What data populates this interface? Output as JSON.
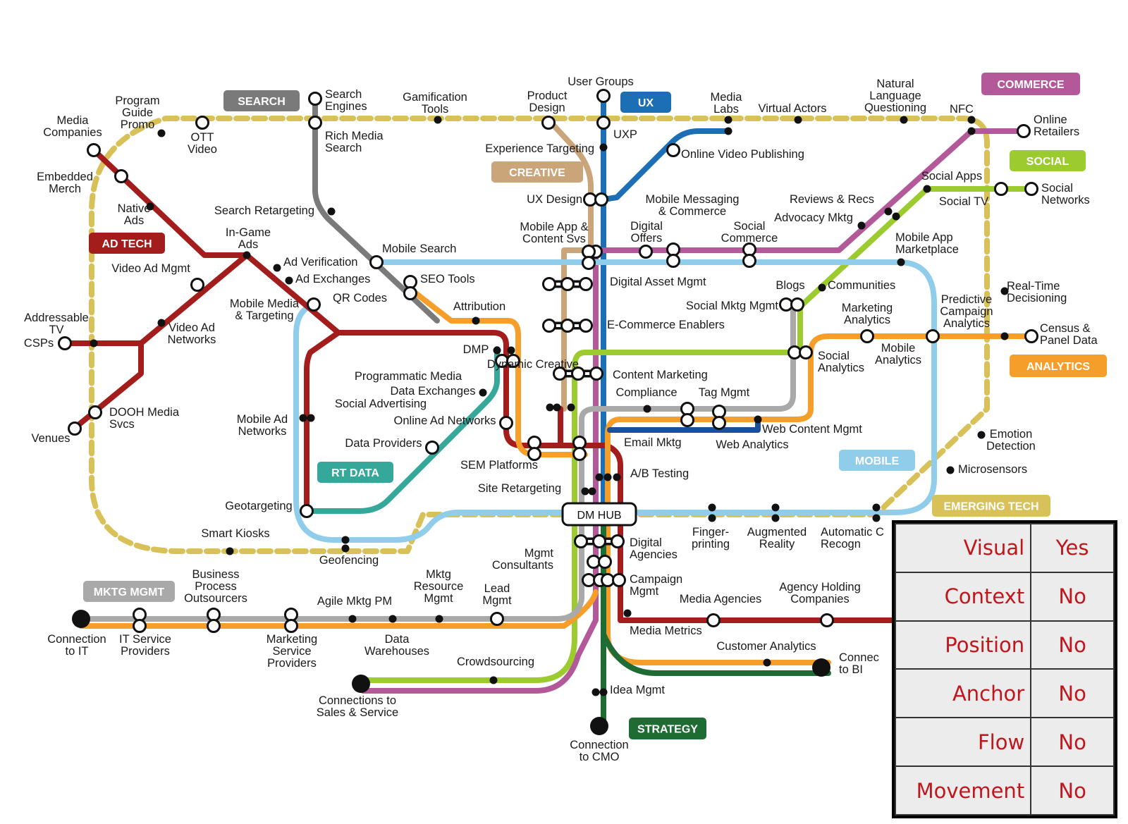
{
  "colors": {
    "emerging": "#d9c15a",
    "search": "#7a7a7a",
    "ux": "#1c6fb5",
    "creative": "#caa57a",
    "commerce": "#b3599a",
    "social": "#9ccb2f",
    "adtech": "#a31d1d",
    "analytics": "#f59e2a",
    "mobile": "#8fcdeb",
    "rtdata": "#35a89a",
    "mktg": "#a9a9a9",
    "strategy": "#1f6b34",
    "hubblue": "#1b4f9c"
  },
  "badges": {
    "search": "SEARCH",
    "ux": "UX",
    "commerce": "COMMERCE",
    "social": "SOCIAL",
    "creative": "CREATIVE",
    "adtech": "AD TECH",
    "rtdata": "RT DATA",
    "mobile": "MOBILE",
    "analytics": "ANALYTICS",
    "emerging": "EMERGING TECH",
    "mktg": "MKTG MGMT",
    "strategy": "STRATEGY"
  },
  "hub": "DM HUB",
  "labels": {
    "media_companies": [
      "Media",
      "Companies"
    ],
    "program_guide": [
      "Program",
      "Guide",
      "Promo"
    ],
    "ott": [
      "OTT",
      "Video"
    ],
    "search_engines": [
      "Search",
      "Engines"
    ],
    "rich_media": [
      "Rich Media",
      "Search"
    ],
    "gamification": [
      "Gamification",
      "Tools"
    ],
    "product_design": [
      "Product",
      "Design"
    ],
    "user_groups": "User Groups",
    "uxp": "UXP",
    "media_labs": [
      "Media",
      "Labs"
    ],
    "virtual_actors": "Virtual Actors",
    "natural_language": [
      "Natural",
      "Language",
      "Questioning"
    ],
    "nfc": "NFC",
    "online_retailers": [
      "Online",
      "Retailers"
    ],
    "experience_targeting": "Experience Targeting",
    "online_video": "Online Video Publishing",
    "embedded_merch": [
      "Embedded",
      "Merch"
    ],
    "native_ads": [
      "Native",
      "Ads"
    ],
    "ux_design": "UX Design",
    "mobile_messaging": [
      "Mobile Messaging",
      "& Commerce"
    ],
    "reviews": "Reviews & Recs",
    "social_apps": "Social Apps",
    "social_networks": [
      "Social",
      "Networks"
    ],
    "social_tv": "Social TV",
    "search_retargeting": "Search Retargeting",
    "advocacy": "Advocacy Mktg",
    "digital_offers": [
      "Digital",
      "Offers"
    ],
    "social_commerce": [
      "Social",
      "Commerce"
    ],
    "mobile_app_content": [
      "Mobile App &",
      "Content Svs"
    ],
    "ingame": [
      "In-Game",
      "Ads"
    ],
    "mobile_search": "Mobile Search",
    "mobile_app_marketplace": [
      "Mobile App",
      "Marketplace"
    ],
    "video_ad_mgmt": "Video Ad Mgmt",
    "ad_verification": "Ad Verification",
    "ad_exchanges": "Ad Exchanges",
    "seo_tools": "SEO Tools",
    "digital_asset": "Digital Asset Mgmt",
    "blogs": "Blogs",
    "communities": "Communities",
    "real_time": [
      "Real-Time",
      "Decisioning"
    ],
    "qr_codes": "QR Codes",
    "mobile_media": [
      "Mobile Media",
      "& Targeting"
    ],
    "attribution": "Attribution",
    "social_mktg_mgmt": "Social Mktg Mgmt",
    "marketing_analytics": [
      "Marketing",
      "Analytics"
    ],
    "predictive": [
      "Predictive",
      "Campaign",
      "Analytics"
    ],
    "addressable_tv": [
      "Addressable",
      "TV"
    ],
    "csps": "CSPs",
    "video_ad_networks": [
      "Video Ad",
      "Networks"
    ],
    "ecommerce": "E-Commerce Enablers",
    "census": [
      "Census &",
      "Panel Data"
    ],
    "dmp": "DMP",
    "dynamic_creative": "Dynamic Creative",
    "social_analytics": [
      "Social",
      "Analytics"
    ],
    "mobile_analytics": [
      "Mobile",
      "Analytics"
    ],
    "programmatic": "Programmatic Media",
    "content_marketing": "Content Marketing",
    "data_exchanges": "Data Exchanges",
    "compliance": "Compliance",
    "tag_mgmt": "Tag Mgmt",
    "social_advertising": "Social Advertising",
    "dooh": [
      "DOOH Media",
      "Svcs"
    ],
    "venues": "Venues",
    "mobile_ad_networks": [
      "Mobile Ad",
      "Networks"
    ],
    "online_ad_networks": "Online Ad Networks",
    "web_content": "Web Content Mgmt",
    "emotion": [
      "Emotion",
      "Detection"
    ],
    "data_providers": "Data Providers",
    "email": "Email Mktg",
    "web_analytics": "Web Analytics",
    "sem": "SEM Platforms",
    "microsensors": "Microsensors",
    "ab_testing": "A/B Testing",
    "site_retargeting": "Site Retargeting",
    "geotargeting": "Geotargeting",
    "smart_kiosks": "Smart Kiosks",
    "geofencing": "Geofencing",
    "digital_agencies": [
      "Digital",
      "Agencies"
    ],
    "fingerprinting": [
      "Finger-",
      "printing"
    ],
    "augmented_reality": [
      "Augmented",
      "Reality"
    ],
    "automatic": [
      "Automatic C",
      "Recogn"
    ],
    "mgmt_consultants": [
      "Mgmt",
      "Consultants"
    ],
    "business_process": [
      "Business",
      "Process",
      "Outsourcers"
    ],
    "mktg_resource": [
      "Mktg",
      "Resource",
      "Mgmt"
    ],
    "lead_mgmt": [
      "Lead",
      "Mgmt"
    ],
    "agile": "Agile Mktg PM",
    "campaign_mgmt": [
      "Campaign",
      "Mgmt"
    ],
    "media_agencies": "Media Agencies",
    "agency_holding": [
      "Agency Holding",
      "Companies"
    ],
    "connection_it": [
      "Connection",
      "to IT"
    ],
    "it_service": [
      "IT Service",
      "Providers"
    ],
    "marketing_service": [
      "Marketing",
      "Service",
      "Providers"
    ],
    "data_warehouses": [
      "Data",
      "Warehouses"
    ],
    "media_metrics": "Media Metrics",
    "customer_analytics": "Customer Analytics",
    "connection_bi": [
      "Connec",
      "to BI"
    ],
    "crowdsourcing": "Crowdsourcing",
    "connections_sales": [
      "Connections to",
      "Sales & Service"
    ],
    "idea_mgmt": "Idea Mgmt",
    "connection_cmo": [
      "Connection",
      "to CMO"
    ]
  },
  "legend": [
    {
      "key": "Visual",
      "value": "Yes"
    },
    {
      "key": "Context",
      "value": "No"
    },
    {
      "key": "Position",
      "value": "No"
    },
    {
      "key": "Anchor",
      "value": "No"
    },
    {
      "key": "Flow",
      "value": "No"
    },
    {
      "key": "Movement",
      "value": "No"
    }
  ]
}
